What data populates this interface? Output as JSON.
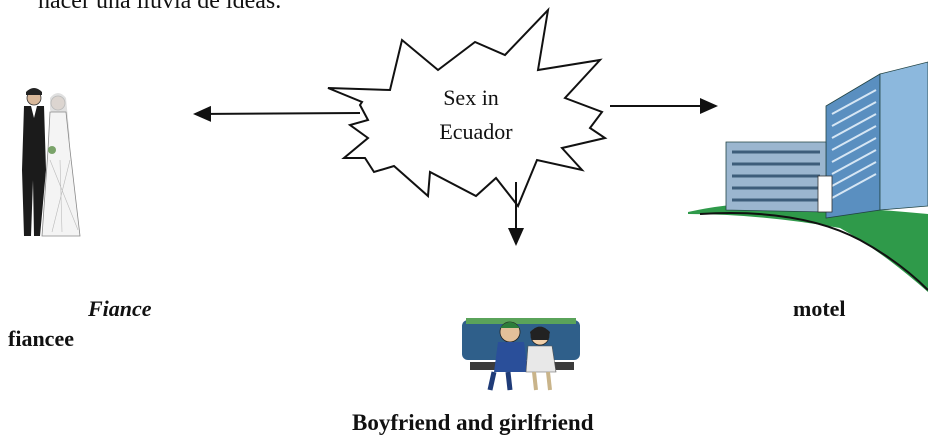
{
  "header": {
    "text": "hacer una lluvia de ideas."
  },
  "center": {
    "line1": "Sex in",
    "line2": "Ecuador"
  },
  "labels": {
    "fiance": "Fiance",
    "fiancee": "fiancee",
    "motel": "motel",
    "boyfriend_girlfriend": "Boyfriend and girlfriend"
  },
  "images": {
    "wedding": "wedding-couple-clipart",
    "motel": "motel-building-clipart",
    "couple": "couple-on-bench-clipart"
  },
  "colors": {
    "ink": "#111111",
    "hotel_blue": "#5a8fc0",
    "lawn_green": "#2f9a4a"
  }
}
